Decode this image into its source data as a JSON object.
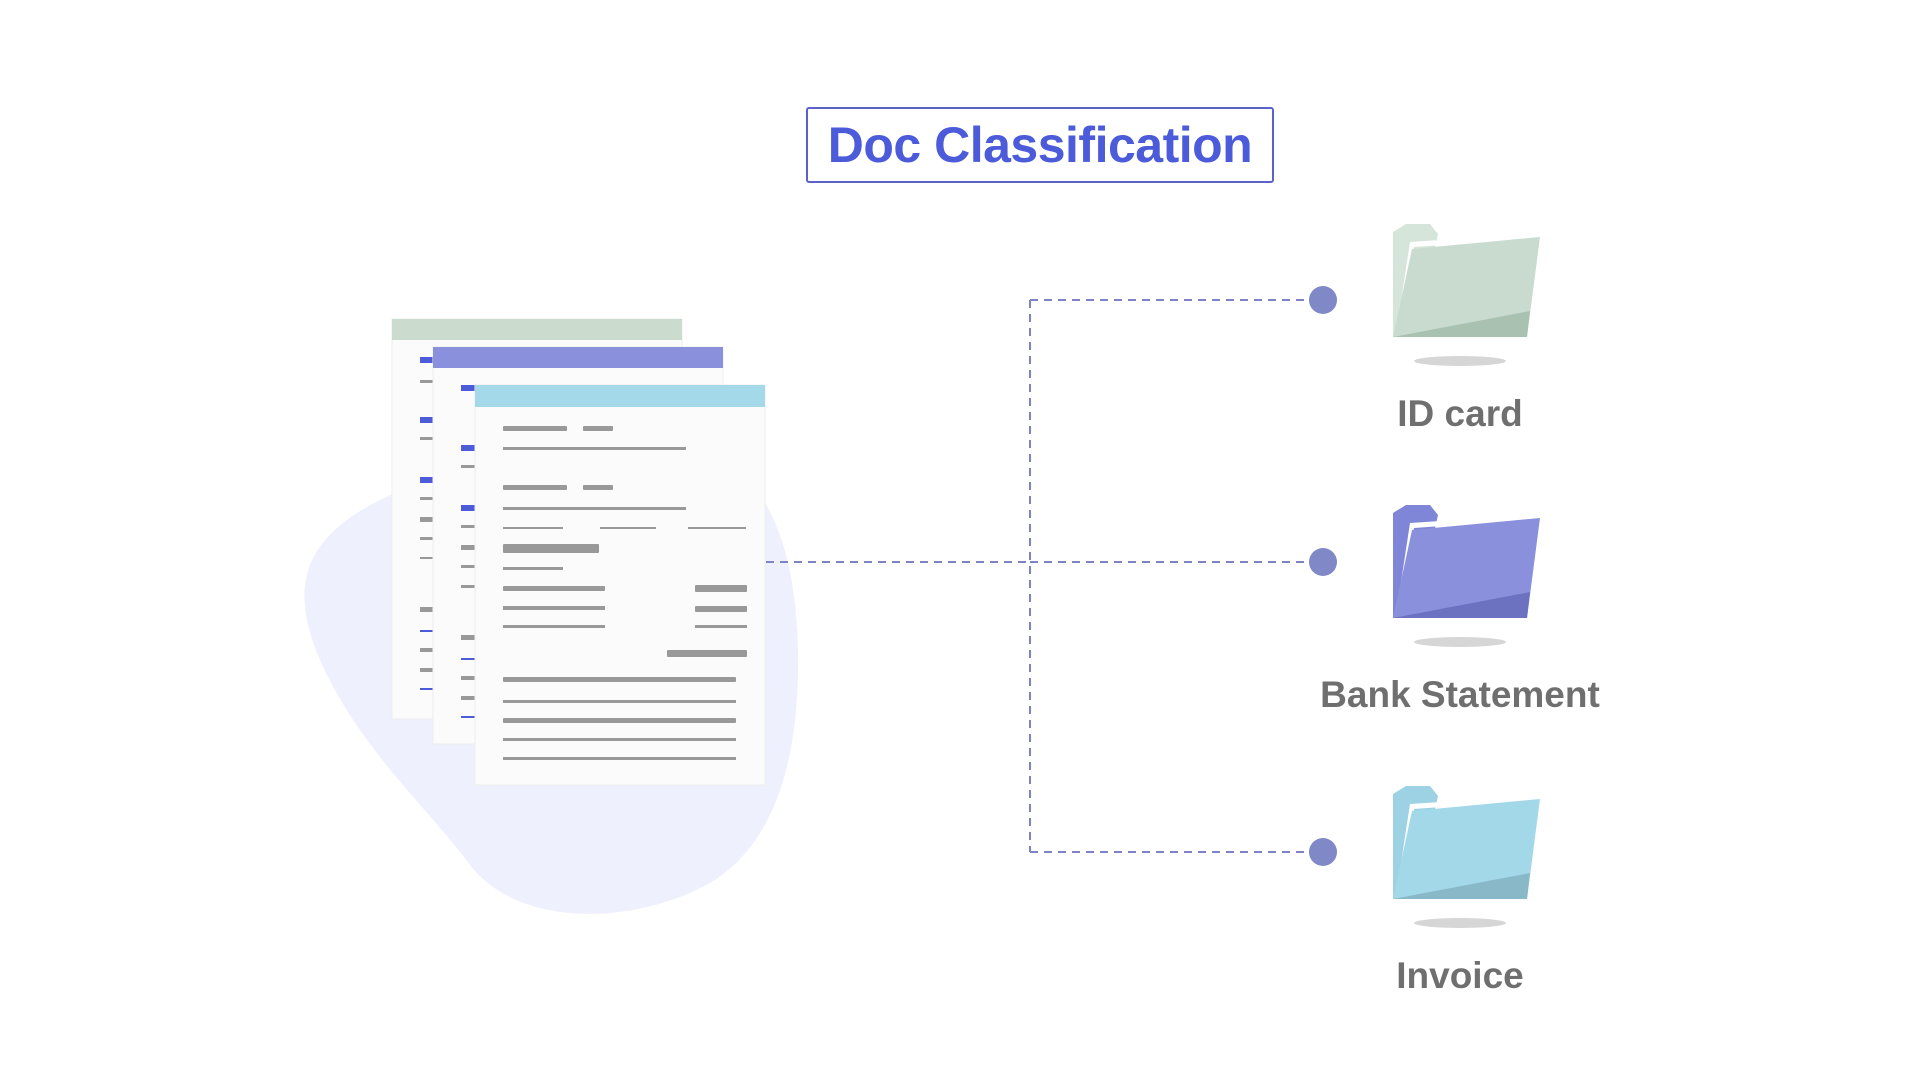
{
  "title": "Doc Classification",
  "categories": [
    {
      "label": "ID card",
      "color": "#c9dbce",
      "shade": "#a9c1b0",
      "tab": "#d6e5da"
    },
    {
      "label": "Bank Statement",
      "color": "#8a90dc",
      "shade": "#6c72bf",
      "tab": "#7f86d8"
    },
    {
      "label": "Invoice",
      "color": "#a3d8e8",
      "shade": "#89b8c8",
      "tab": "#9cd2e3"
    }
  ],
  "colors": {
    "accent": "#4b5bd9",
    "connector": "#7c84c4",
    "node": "#8088c7",
    "blob": "#eef0fd",
    "doc_header_back": "#cbdccf",
    "doc_header_middle": "#8a90dc",
    "doc_header_front": "#a3d9e9",
    "doc_line": "#999999",
    "doc_line_accent": "#4b5bd9"
  },
  "icons": {
    "documents": "document-stack-icon",
    "folder": "folder-icon"
  }
}
